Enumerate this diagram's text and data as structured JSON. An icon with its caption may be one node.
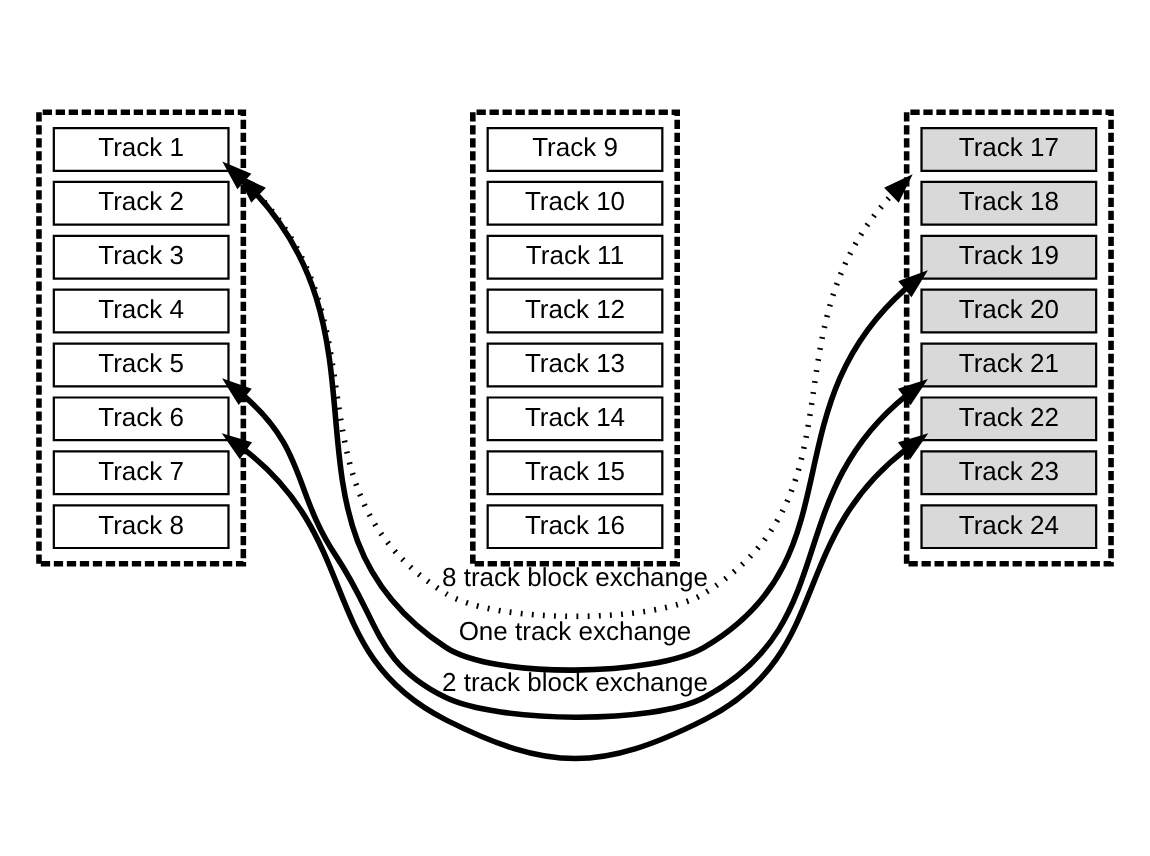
{
  "diagram": {
    "nodes": [
      {
        "text": [],
        "shape": "box"
      },
      {
        "text": [
          "Track 1"
        ],
        "in": 0
      },
      {
        "text": [
          "Track 2"
        ],
        "in": 0
      },
      {
        "text": [
          "Track 3"
        ],
        "in": 0
      },
      {
        "text": [
          "Track 4"
        ],
        "in": 0
      },
      {
        "text": [
          "Track 5"
        ],
        "in": 0
      },
      {
        "text": [
          "Track 6"
        ],
        "in": 0
      },
      {
        "text": [
          "Track 7"
        ],
        "in": 0
      },
      {
        "text": [
          "Track 8"
        ],
        "in": 0
      },
      {
        "text": [],
        "shape": "box"
      },
      {
        "text": [
          "Track 9"
        ],
        "in": 9
      },
      {
        "text": [
          "Track 10"
        ],
        "in": 9
      },
      {
        "text": [
          "Track 11"
        ],
        "in": 9
      },
      {
        "text": [
          "Track 12"
        ],
        "in": 9
      },
      {
        "text": [
          "Track 13"
        ],
        "in": 9
      },
      {
        "text": [
          "Track 14"
        ],
        "in": 9
      },
      {
        "text": [
          "Track 15"
        ],
        "in": 9
      },
      {
        "text": [
          "Track 16"
        ],
        "in": 9
      },
      {
        "text": [],
        "shape": "box"
      },
      {
        "text": [
          "Track 17"
        ],
        "in": 18
      },
      {
        "text": [
          "Track 18"
        ],
        "in": 18
      },
      {
        "text": [
          "Track 19"
        ],
        "in": 18
      },
      {
        "text": [
          "Track 20"
        ],
        "in": 18
      },
      {
        "text": [
          "Track 21"
        ],
        "in": 18
      },
      {
        "text": [
          "Track 22"
        ],
        "in": 18
      },
      {
        "text": [
          "Track 23"
        ],
        "in": 18
      },
      {
        "text": [
          "Track 24"
        ],
        "in": 18
      }
    ],
    "edges": [
      {
        "from": 1,
        "to": 21,
        "arrow": "both",
        "label": "One track exchange"
      },
      {
        "from": 5,
        "to": 23,
        "arrow": "both",
        "label": "2 track block exchange"
      },
      {
        "from": 6,
        "to": 24,
        "arrow": "both"
      },
      {
        "from": 0,
        "to": 18,
        "arrow": "both",
        "style": "dashed",
        "label": "8 track block exchange"
      }
    ]
  }
}
